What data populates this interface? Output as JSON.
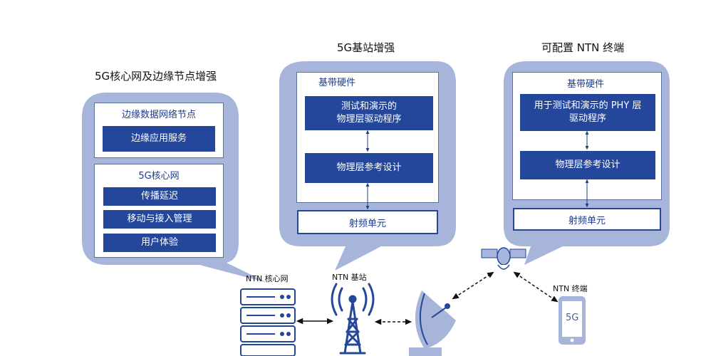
{
  "panels": {
    "core": {
      "title": "5G核心网及边缘节点增强",
      "edge_header": "边缘数据网络节点",
      "edge_block": "边缘应用服务",
      "core_header": "5G核心网",
      "core_blocks": [
        "传播延迟",
        "移动与接入管理",
        "用户体验"
      ]
    },
    "gnb": {
      "title": "5G基站增强",
      "header": "基带硬件",
      "block1_line1": "测试和演示的",
      "block1_line2": "物理层驱动程序",
      "block2": "物理层参考设计",
      "rf": "射频单元"
    },
    "ue": {
      "title": "可配置 NTN 终端",
      "header": "基带硬件",
      "block1_line1": "用于测试和演示的 PHY 层",
      "block1_line2": "驱动程序",
      "block2": "物理层参考设计",
      "rf": "射频单元"
    }
  },
  "devices": {
    "core_label": "NTN 核心网",
    "gnb_label": "NTN 基站",
    "ue_label": "NTN 终端",
    "phone_text": "5G"
  },
  "colors": {
    "bubble": "#a6b5d9",
    "block": "#24469b",
    "line": "#1f3c86",
    "link": "#111111"
  }
}
